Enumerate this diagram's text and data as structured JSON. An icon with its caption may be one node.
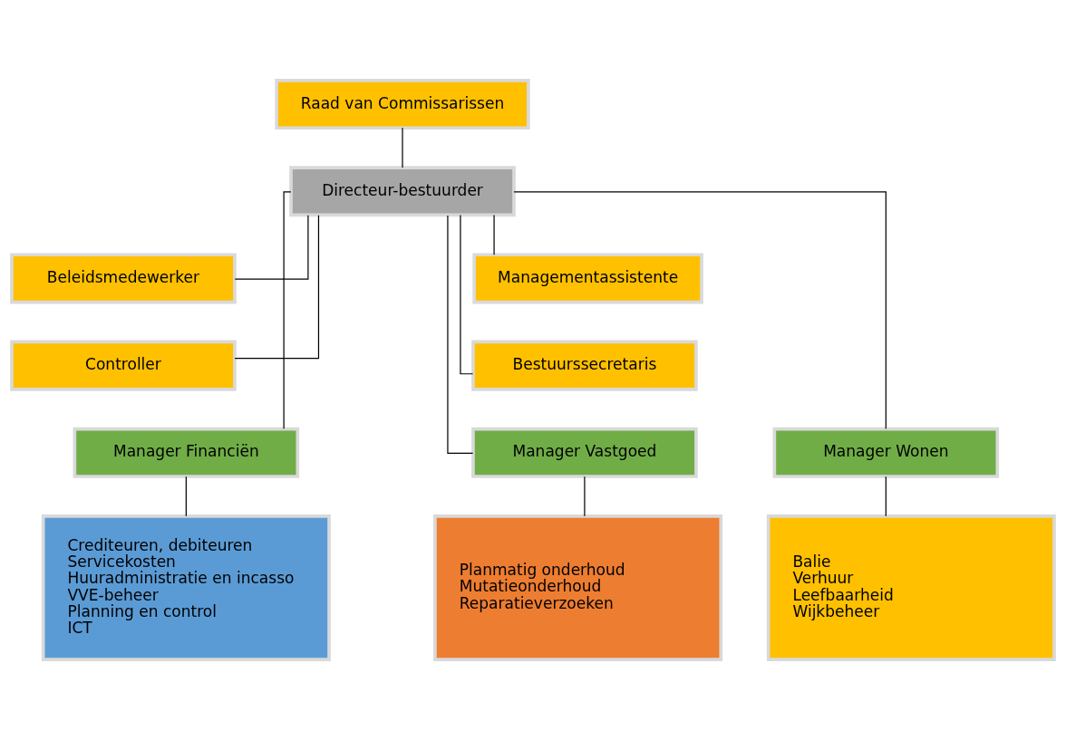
{
  "diagram": {
    "nodes": [
      {
        "text": [
          "Raad van Commissarissen"
        ]
      },
      {
        "text": [
          "Directeur-bestuurder"
        ]
      },
      {
        "text": [
          "Beleidsmedewerker"
        ]
      },
      {
        "text": [
          "Managementassistente"
        ]
      },
      {
        "text": [
          "Controller"
        ]
      },
      {
        "text": [
          "Bestuurssecretaris"
        ]
      },
      {
        "text": [
          "Manager Financiën"
        ]
      },
      {
        "text": [
          "Manager Wonen"
        ]
      },
      {
        "text": [
          "Manager Vastgoed"
        ]
      },
      {
        "text": [
          "Crediteuren, debiteuren",
          "Servicekosten",
          "Huuradministratie en incasso",
          "VVE-beheer",
          "Planning en control",
          "ICT"
        ]
      },
      {
        "text": [
          "Balie",
          "Verhuur",
          "Leefbaarheid",
          "Wijkbeheer"
        ]
      },
      {
        "text": [
          "Planmatig onderhoud",
          "Mutatieonderhoud",
          "Reparatieverzoeken"
        ]
      }
    ],
    "edges": [
      {
        "from": 0,
        "to": 1,
        "arrow": "none"
      },
      {
        "from": 1,
        "to": 2,
        "arrow": "none"
      },
      {
        "from": 1,
        "to": 3,
        "arrow": "none"
      },
      {
        "from": 1,
        "to": 4,
        "arrow": "none"
      },
      {
        "from": 1,
        "to": 5,
        "arrow": "none"
      },
      {
        "from": 1,
        "to": 6,
        "arrow": "none"
      },
      {
        "from": 1,
        "to": 7,
        "arrow": "none"
      },
      {
        "from": 1,
        "to": 8,
        "arrow": "none"
      },
      {
        "from": 6,
        "to": 9,
        "arrow": "none"
      },
      {
        "from": 7,
        "to": 10,
        "arrow": "none"
      },
      {
        "from": 8,
        "to": 11,
        "arrow": "none"
      }
    ]
  }
}
